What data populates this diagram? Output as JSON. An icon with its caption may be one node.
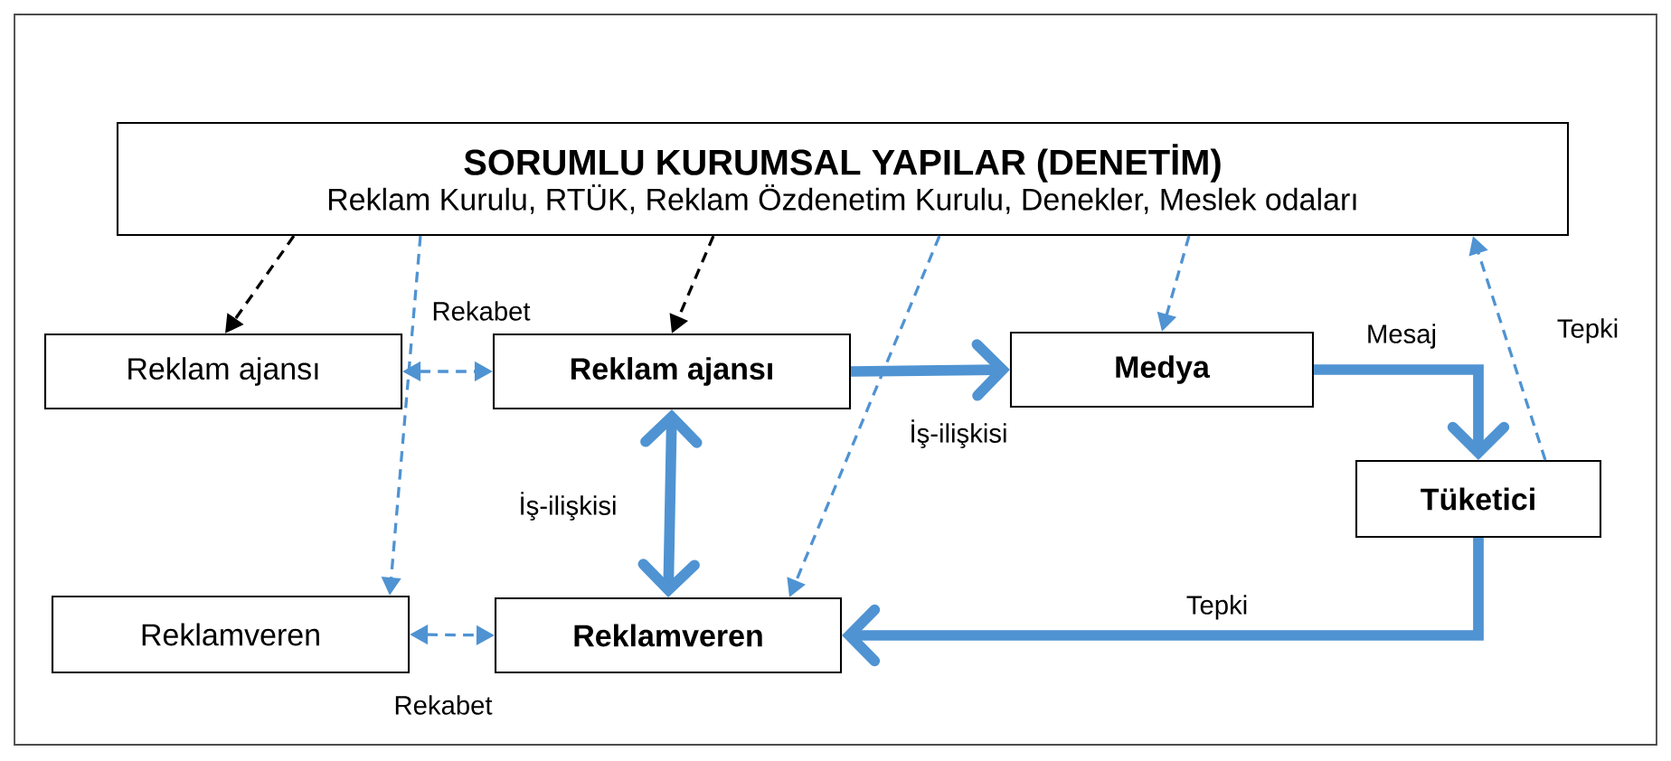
{
  "diagram": {
    "nodes": [
      {
        "text": [
          "SORUMLU KURUMSAL YAPILAR (DENETİM)",
          "Reklam Kurulu, RTÜK, Reklam Özdenetim Kurulu, Denekler, Meslek odaları"
        ]
      },
      {
        "text": [
          "Reklam ajansı"
        ]
      },
      {
        "text": [
          "Reklam ajansı"
        ]
      },
      {
        "text": [
          "Medya"
        ]
      },
      {
        "text": [
          "Tüketici"
        ]
      },
      {
        "text": [
          "Reklamveren"
        ]
      },
      {
        "text": [
          "Reklamveren"
        ]
      }
    ],
    "edges": [
      {
        "from": 0,
        "to": 1,
        "arrow": "to",
        "style": "dashed",
        "color": "#000000"
      },
      {
        "from": 0,
        "to": 2,
        "arrow": "to",
        "style": "dashed",
        "color": "#000000"
      },
      {
        "from": 0,
        "to": 5,
        "arrow": "to",
        "style": "dashed"
      },
      {
        "from": 0,
        "to": 6,
        "arrow": "to",
        "style": "dashed"
      },
      {
        "from": 0,
        "to": 3,
        "arrow": "to",
        "style": "dashed"
      },
      {
        "from": 4,
        "to": 0,
        "arrow": "to",
        "style": "dashed",
        "label": "Tepki"
      },
      {
        "from": 1,
        "to": 2,
        "arrow": "both",
        "style": "dashed",
        "label": "Rekabet"
      },
      {
        "from": 5,
        "to": 6,
        "arrow": "both",
        "style": "dashed",
        "label": "Rekabet"
      },
      {
        "from": 2,
        "to": 6,
        "arrow": "both",
        "style": "thick",
        "label": "İş-ilişkisi"
      },
      {
        "from": 2,
        "to": 3,
        "arrow": "to",
        "style": "thick",
        "label": "İş-ilişkisi"
      },
      {
        "from": 3,
        "to": 4,
        "arrow": "to",
        "style": "thick",
        "label": "Mesaj"
      },
      {
        "from": 4,
        "to": 6,
        "arrow": "to",
        "style": "thick",
        "label": "Tepki"
      }
    ]
  }
}
